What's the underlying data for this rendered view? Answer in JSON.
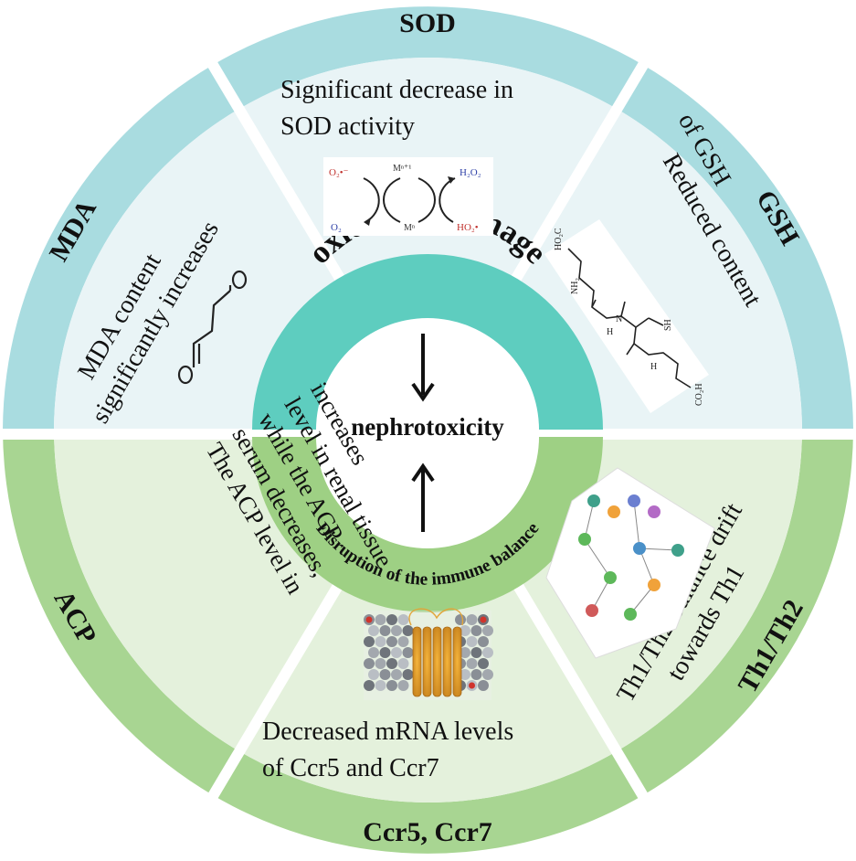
{
  "colors": {
    "oxidative_band": "#a9dce0",
    "oxidative_panel": "#e9f4f6",
    "oxidative_center": "#5ecdbf",
    "immune_band": "#a8d592",
    "immune_panel": "#e4f1dc",
    "immune_center": "#9ed084",
    "divider": "#ffffff",
    "text": "#111111"
  },
  "center": {
    "top_label": "oxidative damage",
    "bottom_label": "Disruption of the immune balance",
    "core_label": "nephrotoxicity"
  },
  "segments": [
    {
      "id": "sod",
      "band_label": "SOD",
      "lines": [
        "Significant decrease in",
        "SOD activity"
      ],
      "icon": "sod-catalytic-cycle-icon"
    },
    {
      "id": "gsh",
      "band_label": "GSH",
      "lines": [
        "Reduced content",
        "of GSH"
      ],
      "icon": "gsh-structure-icon"
    },
    {
      "id": "mda",
      "band_label": "MDA",
      "lines": [
        "MDA content",
        "significantly increases"
      ],
      "icon": "mda-structure-icon"
    },
    {
      "id": "acp",
      "band_label": "ACP",
      "lines": [
        "The ACP level in",
        "serum decreases,",
        "while the ACP",
        "level in renal tissue",
        "increases"
      ],
      "icon": ""
    },
    {
      "id": "ccr",
      "band_label": "Ccr5, Ccr7",
      "lines": [
        "Decreased mRNA levels",
        "of Ccr5 and Ccr7"
      ],
      "icon": "membrane-receptor-icon"
    },
    {
      "id": "th",
      "band_label": "Th1/Th2",
      "lines": [
        "Th1/Th2 balance drift",
        "towards Th1"
      ],
      "icon": "th-pathway-icon"
    }
  ],
  "sod_icon_labels": {
    "o2_radical": "O₂•⁻",
    "metal_oxidized": "Mⁿ⁺¹",
    "h2o2": "H₂O₂",
    "o2": "O₂",
    "metal_reduced": "Mⁿ",
    "ho2_radical": "HO₂•"
  },
  "gsh_icon_labels": {
    "carboxyl_1": "HO₂C",
    "amine": "NH₂",
    "nh_1": "H",
    "nh_2": "N",
    "thiol": "SH",
    "nh_3": "H",
    "carboxyl_2": "CO₂H"
  }
}
